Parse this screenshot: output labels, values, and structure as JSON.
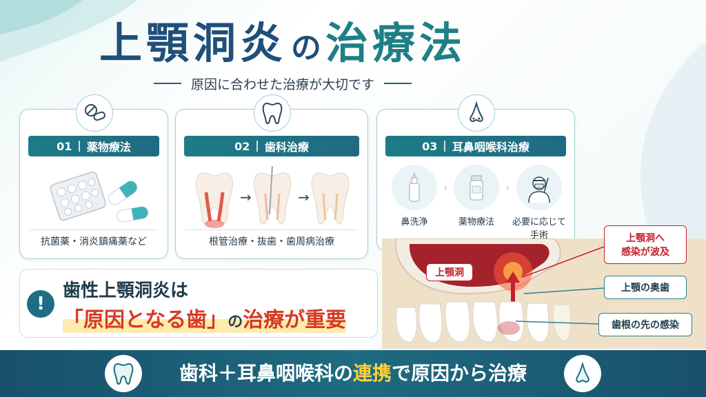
{
  "title": {
    "part1": "上顎洞炎",
    "part2": "の",
    "part3": "治療法"
  },
  "subtitle": "原因に合わせた治療が大切です",
  "cards": [
    {
      "number": "01",
      "title": "薬物療法",
      "footer": "抗菌薬・消炎鎮痛薬など",
      "icon": "pills-icon"
    },
    {
      "number": "02",
      "title": "歯科治療",
      "footer": "根管治療・抜歯・歯周病治療",
      "icon": "tooth-icon"
    },
    {
      "number": "03",
      "title": "耳鼻咽喉科治療",
      "icon": "nose-icon",
      "steps": [
        {
          "label": "鼻洗浄",
          "icon": "nasal-spray-icon"
        },
        {
          "label": "薬物療法",
          "icon": "medicine-bottle-icon"
        },
        {
          "label": "必要に応じて\n手術",
          "line1": "必要に応じて",
          "line2": "手術",
          "icon": "surgeon-icon"
        }
      ]
    }
  ],
  "important": {
    "line1": "歯性上顎洞炎は",
    "line2_red1": "「原因となる歯」",
    "line2_mid": "の",
    "line2_red2": "治療が重要"
  },
  "anatomy": {
    "sinus_label": "上顎洞",
    "callouts": [
      {
        "line1": "上顎洞へ",
        "line2": "感染が波及"
      },
      {
        "text": "上顎の奥歯"
      },
      {
        "text": "歯根の先の感染"
      }
    ]
  },
  "banner": {
    "part1": "歯科＋耳鼻咽喉科の",
    "highlight": "連携",
    "part2": "で原因から治療"
  },
  "colors": {
    "teal": "#1d7c87",
    "navy": "#1f4f7a",
    "red": "#d53a24",
    "highlight": "#ffd23a",
    "banner": "#1f6b80"
  }
}
